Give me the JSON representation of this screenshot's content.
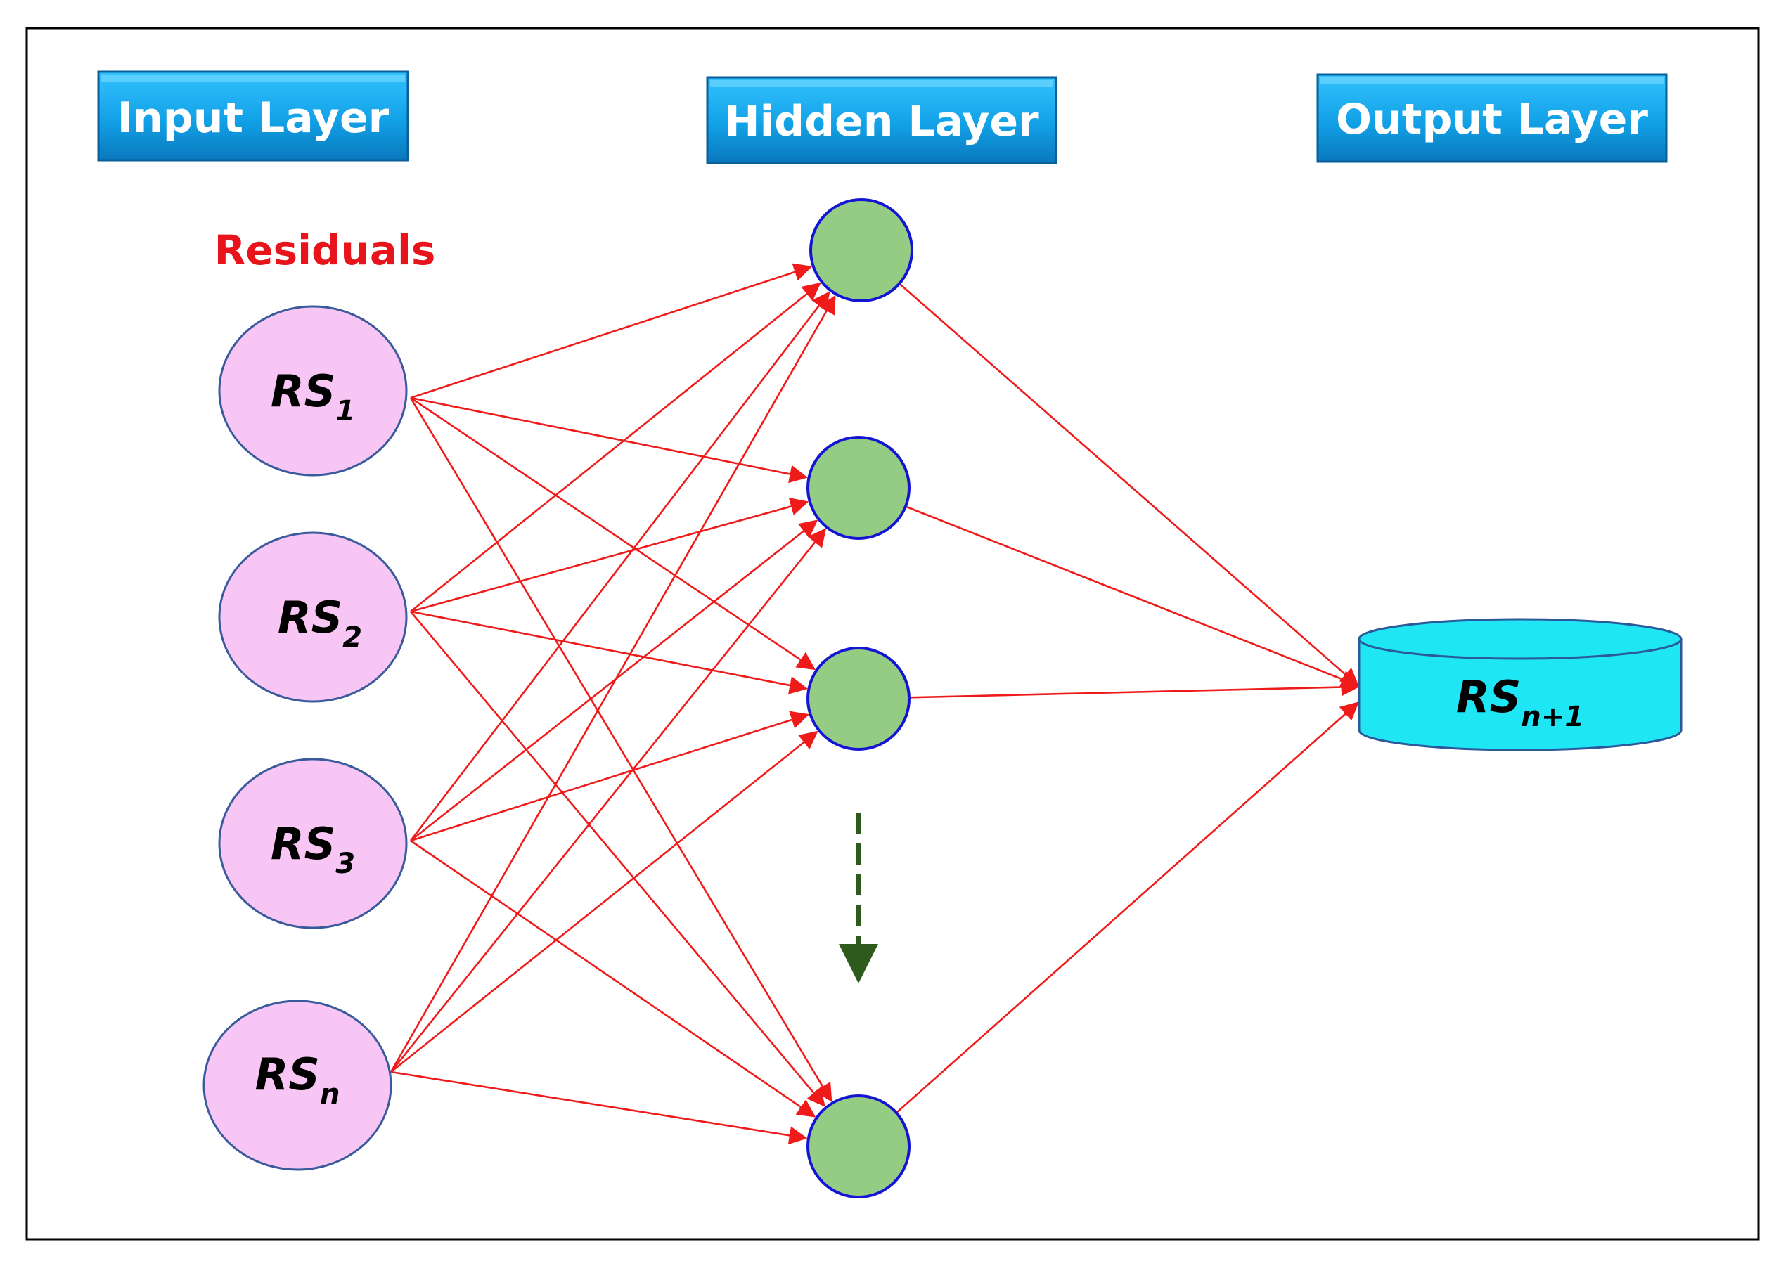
{
  "layers": {
    "input": "Input Layer",
    "hidden": "Hidden Layer",
    "output": "Output Layer"
  },
  "residuals_label": "Residuals",
  "inputs": [
    {
      "base": "RS",
      "sub": "1"
    },
    {
      "base": "RS",
      "sub": "2"
    },
    {
      "base": "RS",
      "sub": "3"
    },
    {
      "base": "RS",
      "sub": "n"
    }
  ],
  "output": {
    "base": "RS",
    "sub": "n+1"
  },
  "hidden_node_count": 4,
  "colors": {
    "title_box": "#1aa7ec",
    "title_box_dark": "#0a6fb3",
    "residuals_text": "#e8141c",
    "input_node_fill": "#f7c6f4",
    "input_node_stroke": "#3a5a9c",
    "hidden_node_fill": "#95cc84",
    "hidden_node_stroke": "#1414d4",
    "output_fill": "#1ee6f5",
    "output_stroke": "#2a5a9a",
    "connection": "#ef1b1b",
    "ellipsis_arrow": "#2f5a1e",
    "frame": "#000000"
  },
  "connections": "fully-connected"
}
